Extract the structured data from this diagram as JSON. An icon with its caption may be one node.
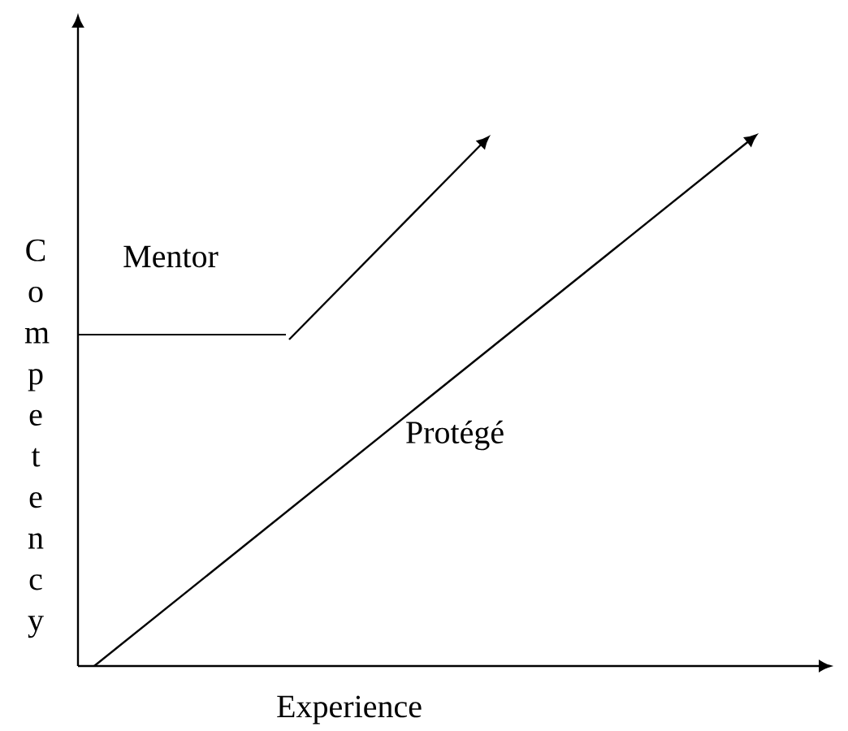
{
  "diagram": {
    "labels": [
      "Competency",
      "Mentor",
      "Protégé",
      "Experience"
    ]
  }
}
